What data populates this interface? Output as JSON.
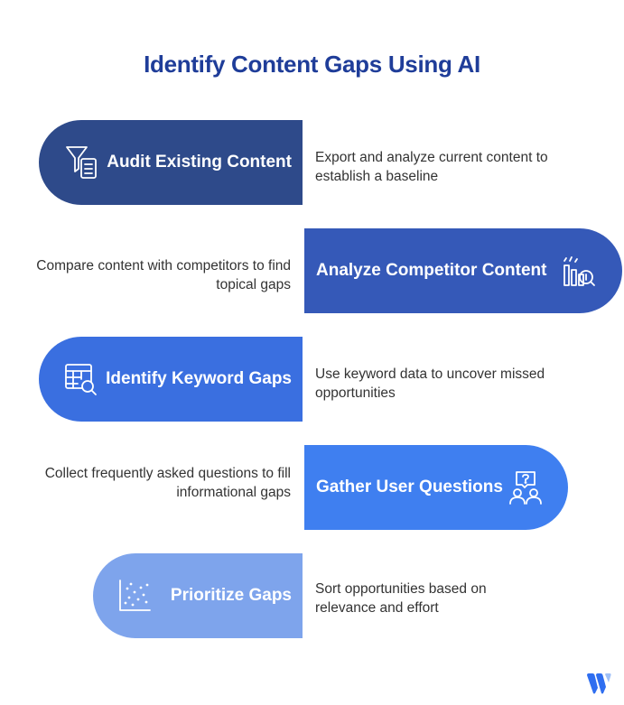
{
  "title": "Identify Content Gaps Using AI",
  "colors": {
    "title": "#1f3d99",
    "step1": "#2e4a8a",
    "step2": "#3559b8",
    "step3": "#3a6fe0",
    "step4": "#3f7ff0",
    "step5": "#7ea4ec"
  },
  "steps": [
    {
      "label": "Audit Existing Content",
      "description": "Export and analyze current content to establish a baseline",
      "icon": "filter-document-icon"
    },
    {
      "label": "Analyze Competitor Content",
      "description": "Compare content with competitors to find topical gaps",
      "icon": "chart-magnifier-icon"
    },
    {
      "label": "Identify Keyword Gaps",
      "description": "Use keyword data to uncover missed opportunities",
      "icon": "table-search-icon"
    },
    {
      "label": "Gather User Questions",
      "description": "Collect frequently asked questions to fill informational gaps",
      "icon": "users-question-icon"
    },
    {
      "label": "Prioritize Gaps",
      "description": "Sort opportunities based on relevance and effort",
      "icon": "scatter-plot-icon"
    }
  ],
  "logo": "brand-logo"
}
